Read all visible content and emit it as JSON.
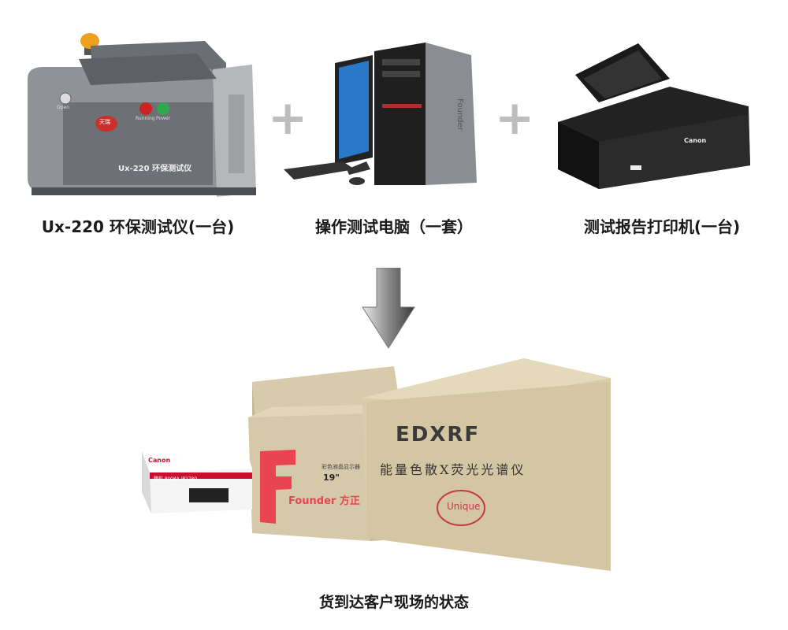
{
  "products": [
    {
      "caption": "Ux-220 环保测试仪(一台)",
      "model_label": "Ux-220 环保测试仪",
      "badge": "天瑞",
      "btn_left": "Open",
      "btn_mid": "Running",
      "btn_right": "Power"
    },
    {
      "caption": "操作测试电脑（一套）",
      "brand": "Founder"
    },
    {
      "caption": "测试报告打印机(一台)",
      "brand": "Canon"
    }
  ],
  "plus_symbol": "+",
  "arrow_icon": "down-arrow-icon",
  "boxes": {
    "edxrf_title": "EDXRF",
    "edxrf_subtitle": "能量色散X荧光光谱仪",
    "edxrf_logo": "Unique",
    "founder_brand": "Founder",
    "founder_cn": "方正",
    "founder_letter": "F",
    "founder_spec": "彩色液晶显示器",
    "founder_size": "19\"",
    "canon_brand": "Canon",
    "canon_model": "腾彩 PIXMA iP2780"
  },
  "bottom_caption": "货到达客户现场的状态",
  "colors": {
    "box": "#d6c9a9",
    "box_dark": "#c4b592",
    "founder_red": "#e94451",
    "canon_red": "#c8102e"
  }
}
